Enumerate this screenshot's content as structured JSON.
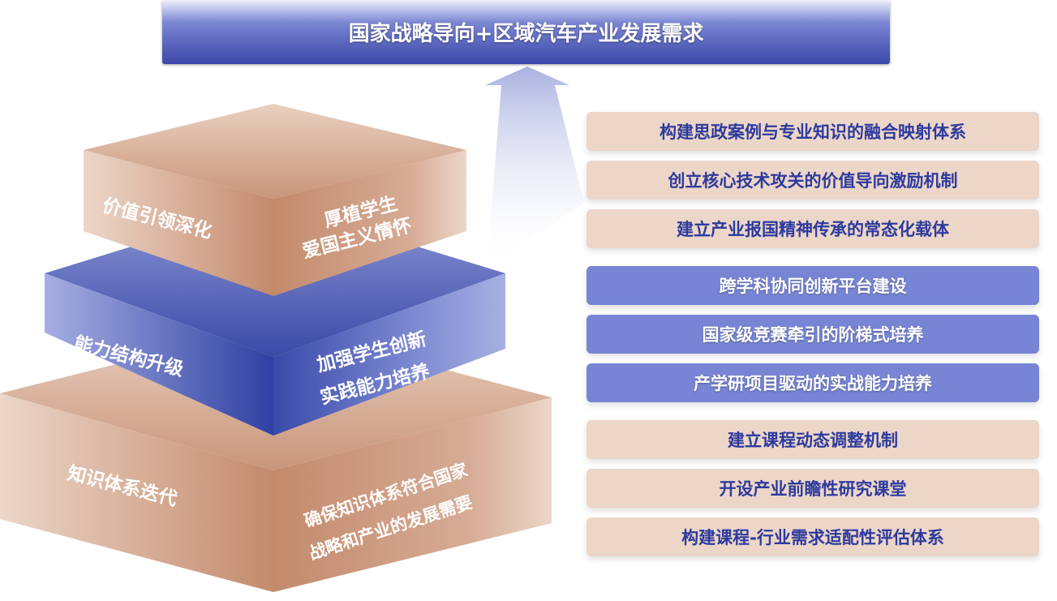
{
  "header": {
    "title": "国家战略导向+区域汽车产业发展需求"
  },
  "pyramid": {
    "top": {
      "label": "价值引领深化",
      "goal_line1": "厚植学生",
      "goal_line2": "爱国主义情怀"
    },
    "middle": {
      "label": "能力结构升级",
      "goal_line1": "加强学生创新",
      "goal_line2": "实践能力培养"
    },
    "bottom": {
      "label": "知识体系迭代",
      "goal_line1": "确保知识体系符合国家",
      "goal_line2": "战略和产业的发展需要"
    }
  },
  "measures": [
    {
      "text": "构建思政案例与专业知识的融合映射体系",
      "style": "beige"
    },
    {
      "text": "创立核心技术攻关的价值导向激励机制",
      "style": "beige"
    },
    {
      "text": "建立产业报国精神传承的常态化载体",
      "style": "beige"
    },
    {
      "text": "跨学科协同创新平台建设",
      "style": "blue"
    },
    {
      "text": "国家级竞赛牵引的阶梯式培养",
      "style": "blue"
    },
    {
      "text": "产学研项目驱动的实战能力培养",
      "style": "blue"
    },
    {
      "text": "建立课程动态调整机制",
      "style": "beige"
    },
    {
      "text": "开设产业前瞻性研究课堂",
      "style": "beige"
    },
    {
      "text": "构建课程-行业需求适配性评估体系",
      "style": "beige"
    }
  ],
  "colors": {
    "beige": "#ecd6c8",
    "blue": "#7785d4",
    "navy": "#2d3a9e",
    "copper": "#c8957a"
  }
}
